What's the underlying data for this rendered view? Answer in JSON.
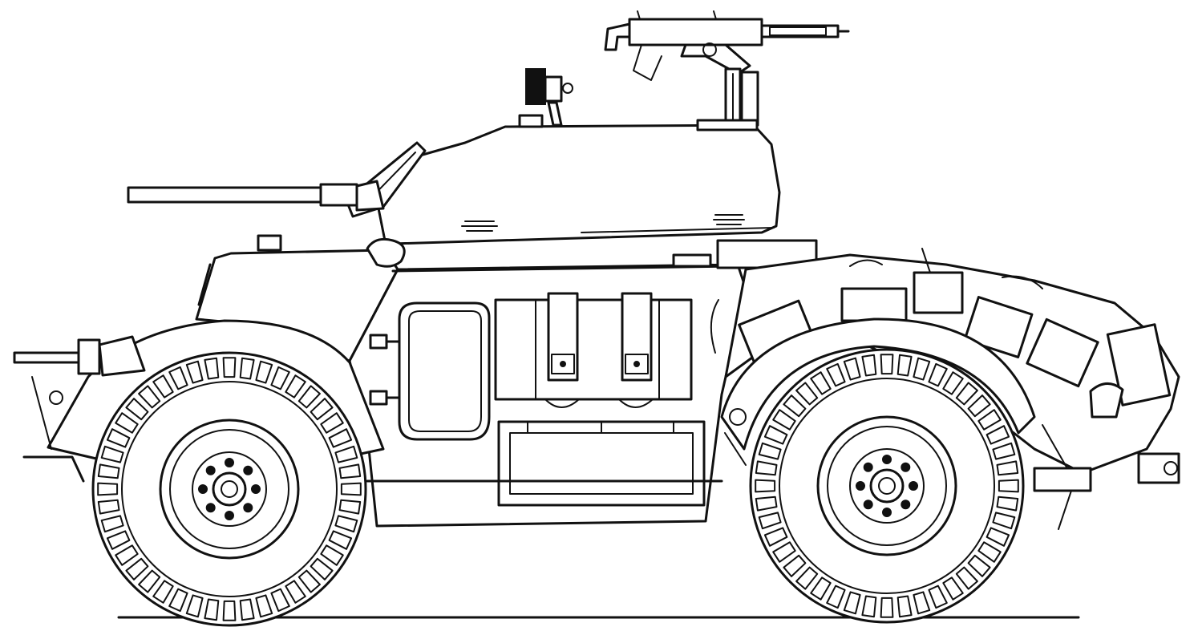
{
  "drawing": {
    "subject": "armored-car-side-elevation",
    "style": "black-line-art-on-white",
    "colors": {
      "background": "#ffffff",
      "line": "#111111"
    },
    "wheels": 2,
    "tread_lugs_per_wheel": 44,
    "wheel_studs_per_hub": 8
  }
}
